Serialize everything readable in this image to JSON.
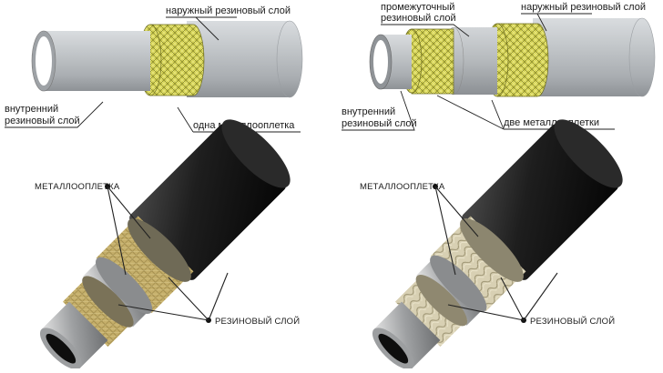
{
  "top_left": {
    "outer_label": "наружный резиновый слой",
    "inner_label_line1": "внутренний",
    "inner_label_line2": "резиновый слой",
    "braid_label": "одна металлооплетка"
  },
  "top_right": {
    "middle_label_line1": "промежуточный",
    "middle_label_line2": "резиновый слой",
    "outer_label": "наружный резиновый слой",
    "inner_label_line1": "внутренний",
    "inner_label_line2": "резиновый слой",
    "braid_label": "две металлооплетки"
  },
  "bottom_left": {
    "braid_label": "МЕТАЛЛООПЛЕТКА",
    "rubber_label": "РЕЗИНОВЫЙ СЛОЙ"
  },
  "bottom_right": {
    "braid_label": "МЕТАЛЛООПЛЕТКА",
    "rubber_label": "РЕЗИНОВЫЙ СЛОЙ"
  },
  "colors": {
    "rubber_grey": "#bfc3c6",
    "braid_yellow": "#e0dc6a",
    "rubber_black": "#1c1c1c",
    "braid_gold": "#c9b57a",
    "braid_silver": "#d8d2bd"
  }
}
